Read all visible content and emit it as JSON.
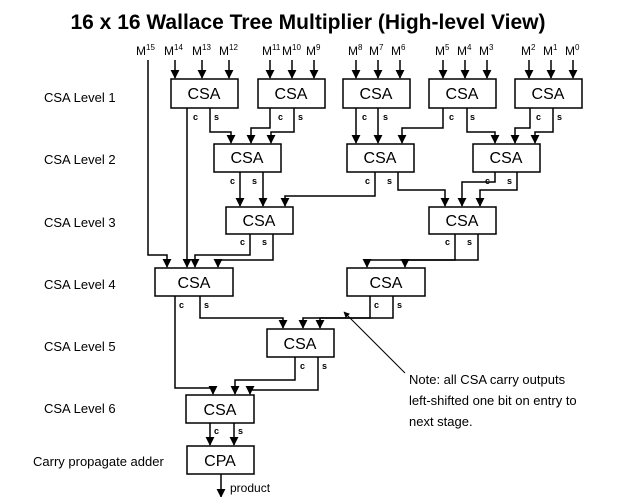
{
  "title": "16 x 16 Wallace Tree Multiplier (High-level View)",
  "level_labels": [
    "CSA Level 1",
    "CSA Level 2",
    "CSA Level 3",
    "CSA Level 4",
    "CSA Level 5",
    "CSA Level 6",
    "Carry propagate adder"
  ],
  "box_labels": {
    "csa": "CSA",
    "cpa": "CPA"
  },
  "port_labels": {
    "carry": "c",
    "sum": "s"
  },
  "inputs": [
    {
      "base": "M",
      "sup": "15"
    },
    {
      "base": "M",
      "sup": "14"
    },
    {
      "base": "M",
      "sup": "13"
    },
    {
      "base": "M",
      "sup": "12"
    },
    {
      "base": "M",
      "sup": "11"
    },
    {
      "base": "M",
      "sup": "10"
    },
    {
      "base": "M",
      "sup": "9"
    },
    {
      "base": "M",
      "sup": "8"
    },
    {
      "base": "M",
      "sup": "7"
    },
    {
      "base": "M",
      "sup": "6"
    },
    {
      "base": "M",
      "sup": "5"
    },
    {
      "base": "M",
      "sup": "4"
    },
    {
      "base": "M",
      "sup": "3"
    },
    {
      "base": "M",
      "sup": "2"
    },
    {
      "base": "M",
      "sup": "1"
    },
    {
      "base": "M",
      "sup": "0"
    }
  ],
  "note_lines": [
    "Note: all CSA carry outputs",
    "left-shifted one bit on entry to",
    "next stage."
  ],
  "product_label": "product"
}
